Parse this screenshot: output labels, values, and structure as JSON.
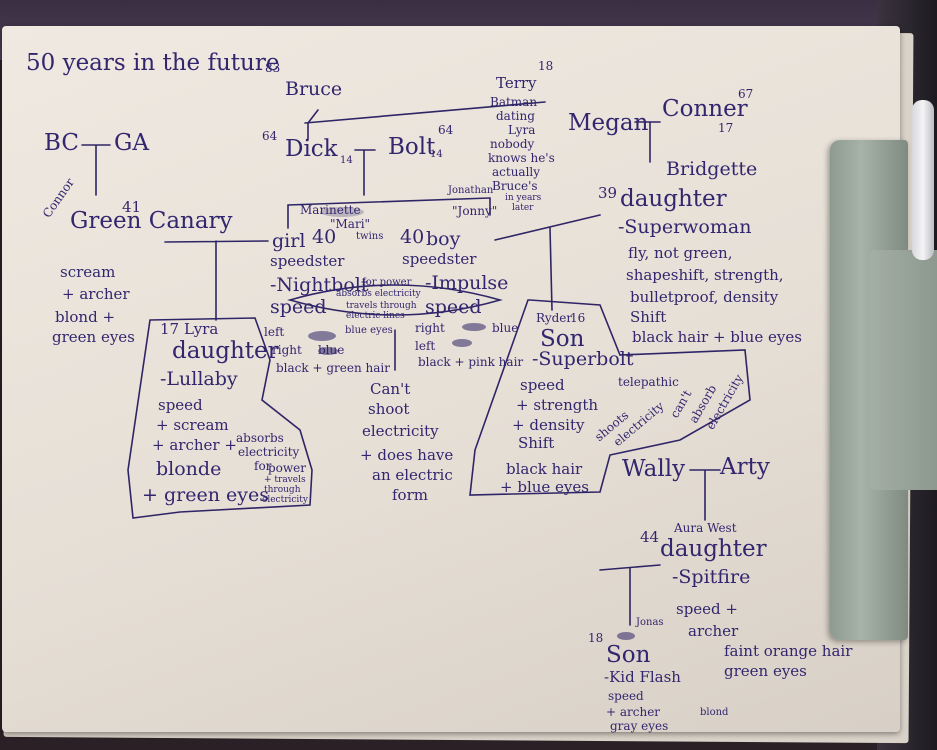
{
  "header": {
    "title": "50 years in the future"
  },
  "bruce": {
    "name": "Bruce",
    "age": "83"
  },
  "terry": {
    "name": "Terry",
    "age": "18",
    "notes": [
      "Batman",
      "dating",
      "Lyra",
      "nobody",
      "knows he's",
      "actually",
      "Bruce's",
      "in years",
      "later"
    ]
  },
  "dick": {
    "name": "Dick",
    "age": "64",
    "age2": "14"
  },
  "bolt": {
    "name": "Bolt",
    "age": "64",
    "age2": "14"
  },
  "bc": {
    "name": "BC"
  },
  "ga": {
    "name": "GA"
  },
  "megan": {
    "name": "Megan"
  },
  "conner": {
    "name": "Conner",
    "age": "67",
    "age2": "17"
  },
  "green_canary": {
    "first": "Connor",
    "name": "Green Canary",
    "age": "41",
    "traits": [
      "scream",
      "+ archer",
      "blond +",
      "green eyes"
    ]
  },
  "marinette": {
    "name": "Marinette",
    "nick": "\"Mari\"",
    "role": "girl",
    "age": "40",
    "traits": [
      "speedster",
      "-Nightbolt",
      "speed",
      "left",
      "blue eyes",
      "right",
      "blue",
      "black + green hair"
    ]
  },
  "twins": "twins",
  "jonathan": {
    "name": "Jonathan",
    "nick": "\"Jonny\"",
    "role": "boy",
    "age": "40",
    "traits": [
      "speedster",
      "-Impulse",
      "speed",
      "right",
      "blue",
      "left",
      "black + pink hair"
    ]
  },
  "power_note": [
    "for power",
    "absorbs electricity",
    "travels through",
    "electric lines"
  ],
  "cant_shoot": [
    "Can't",
    "shoot",
    "electricity",
    "+ does have",
    "an electric",
    "form"
  ],
  "lyra": {
    "age": "17",
    "name": "Lyra",
    "relation": "daughter",
    "codename": "-Lullaby",
    "traits": [
      "speed",
      "+ scream",
      "+ archer +",
      "blonde",
      "+ green eyes"
    ],
    "extra": [
      "absorbs",
      "electricity",
      "for",
      "power",
      "+ travels",
      "through",
      "electricity"
    ]
  },
  "ryder": {
    "name": "Ryder",
    "age": "16",
    "relation": "Son",
    "codename": "-Superbolt",
    "traits": [
      "speed",
      "+ strength",
      "+ density",
      "Shift",
      "black hair",
      "+ blue eyes"
    ],
    "extra": [
      "telepathic",
      "shoots",
      "electricity",
      "can't",
      "absorb",
      "electricity"
    ]
  },
  "bridgette": {
    "age": "39",
    "name": "Bridgette",
    "relation": "daughter",
    "codename": "-Superwoman",
    "traits": [
      "fly, not green,",
      "shapeshift, strength,",
      "bulletproof, density",
      "Shift",
      "black hair + blue eyes"
    ]
  },
  "wally": {
    "name": "Wally"
  },
  "arty": {
    "name": "Arty"
  },
  "aura": {
    "age": "44",
    "name": "Aura West",
    "relation": "daughter",
    "codename": "-Spitfire",
    "traits": [
      "speed +",
      "archer",
      "faint orange hair",
      "green eyes"
    ]
  },
  "jonas": {
    "age": "18",
    "name": "Jonas",
    "relation": "Son",
    "codename": "-Kid Flash",
    "traits": [
      "speed",
      "+ archer",
      "gray eyes",
      "blond"
    ]
  },
  "colors": {
    "ink": "#32266e",
    "paper": "#ebe5dd",
    "clip": "#97a399"
  }
}
